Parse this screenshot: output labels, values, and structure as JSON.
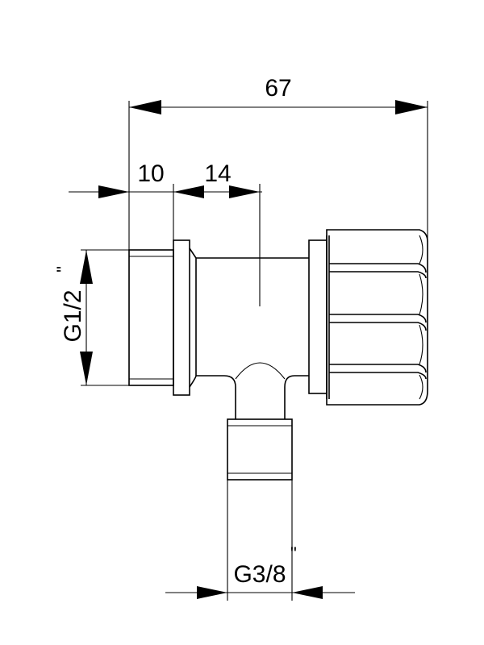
{
  "dimensions": {
    "overall_length": "67",
    "thread_length": "10",
    "body_offset": "14",
    "inlet_thread": "G1/2",
    "outlet_thread": "G3/8",
    "inch_mark": "\""
  }
}
